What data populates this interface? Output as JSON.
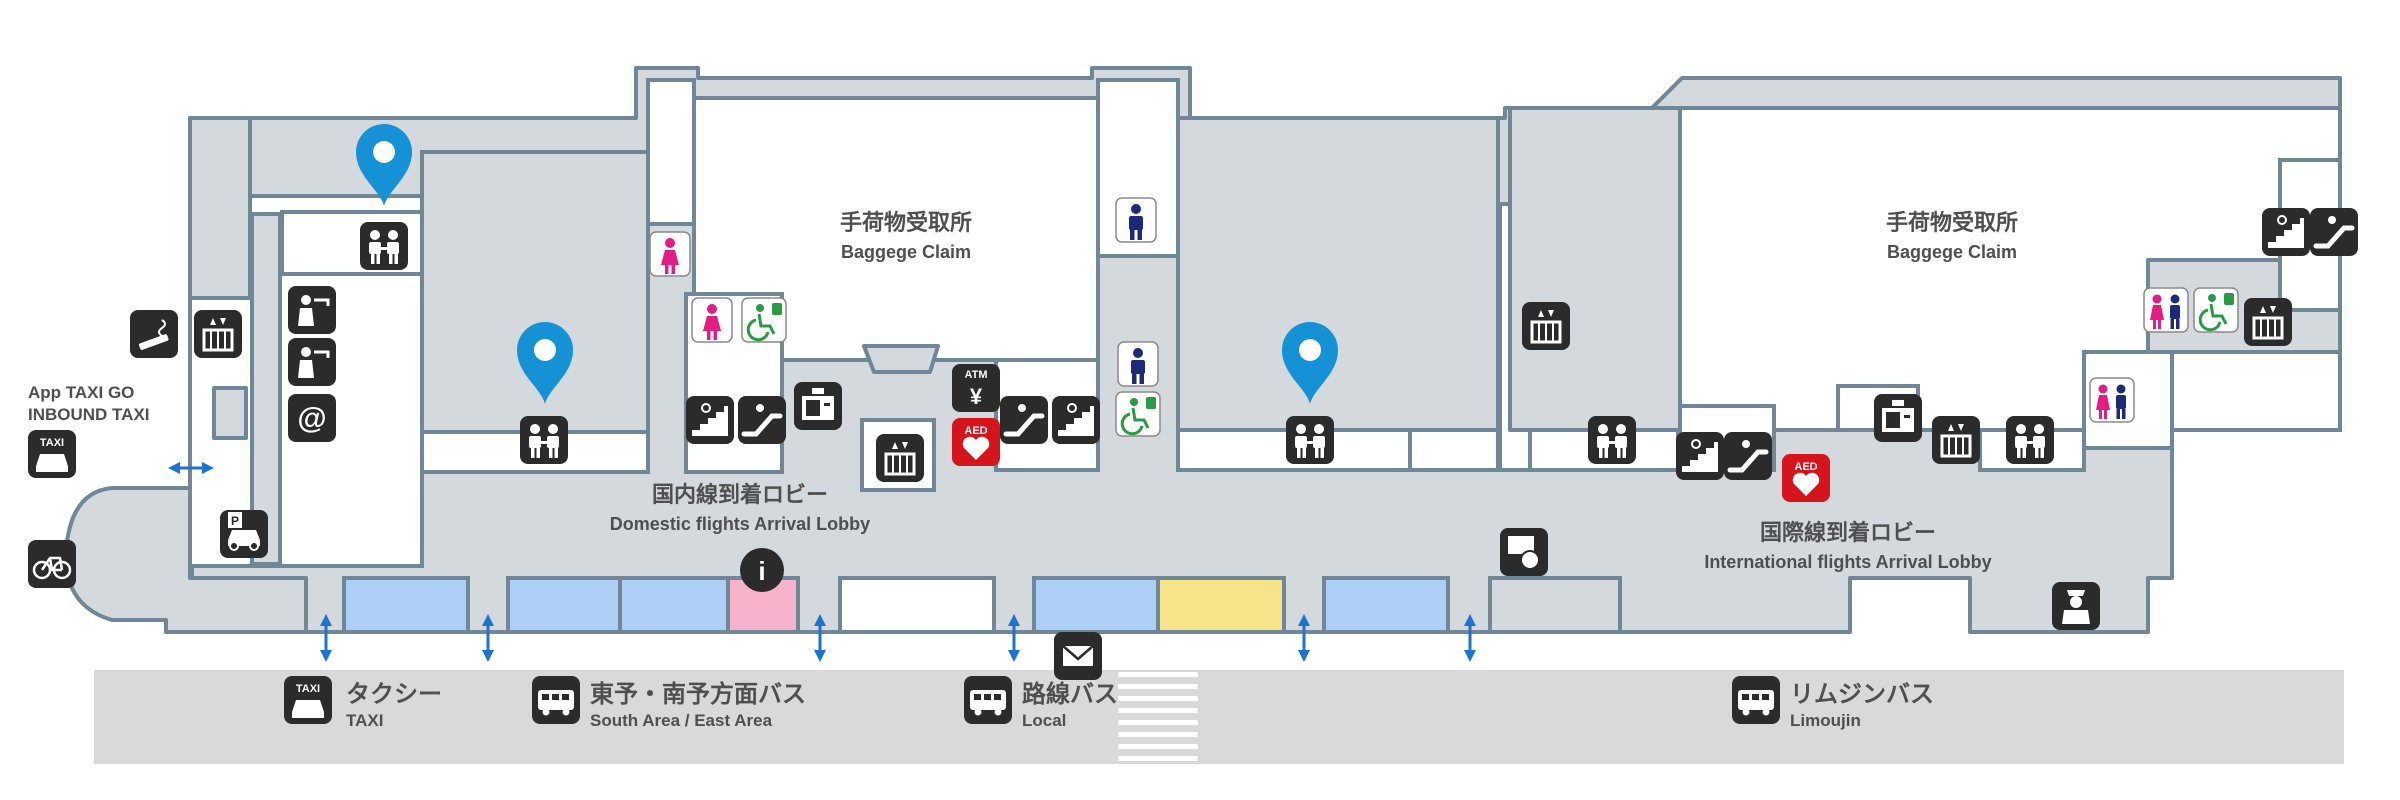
{
  "map": {
    "areas": {
      "baggage_claim_domestic": {
        "ja": "手荷物受取所",
        "en": "Baggege Claim"
      },
      "baggage_claim_international": {
        "ja": "手荷物受取所",
        "en": "Baggege Claim"
      },
      "domestic_lobby": {
        "ja": "国内線到着ロビー",
        "en": "Domestic flights Arrival Lobby"
      },
      "international_lobby": {
        "ja": "国際線到着ロビー",
        "en": "International flights Arrival Lobby"
      },
      "app_taxi": {
        "line1": "App TAXI GO",
        "line2": "INBOUND TAXI"
      }
    },
    "transport": [
      {
        "ja": "タクシー",
        "en": "TAXI",
        "icon": "taxi-icon"
      },
      {
        "ja": "東予・南予方面バス",
        "en": "South Area / East Area",
        "icon": "bus-icon"
      },
      {
        "ja": "路線バス",
        "en": "Local",
        "icon": "bus-icon"
      },
      {
        "ja": "リムジンバス",
        "en": "Limoujin",
        "icon": "bus-icon"
      }
    ],
    "icon_labels": {
      "taxi": "TAXI",
      "atm": "ATM",
      "yen": "¥",
      "aed": "AED",
      "at": "@",
      "info": "i",
      "parking": "P"
    },
    "colors": {
      "wall": "#d3d9dd",
      "outline": "#6f8796",
      "road": "#d9d9d9",
      "icon_dark": "#2b2b2b",
      "pin": "#1592d6",
      "aed_red": "#d6141b",
      "shop_blue": "#aecff5",
      "shop_pink": "#f7b3cb",
      "shop_yellow": "#f6e38a",
      "accessible_green": "#2a9b45",
      "female_pink": "#e21d83",
      "male_navy": "#1d2a78",
      "arrow_blue": "#1e73d2"
    }
  }
}
